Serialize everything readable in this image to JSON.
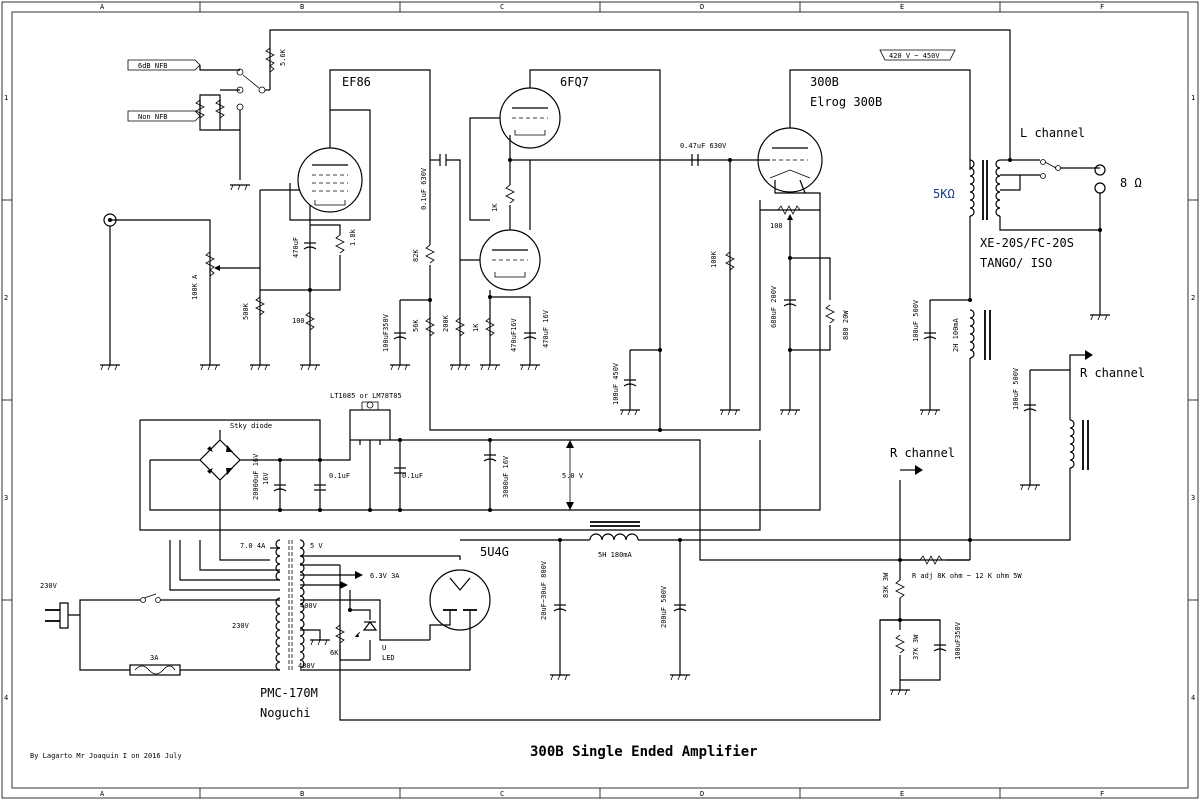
{
  "frame": {
    "columns": [
      "A",
      "B",
      "C",
      "D",
      "E",
      "F"
    ],
    "rows": [
      "1",
      "2",
      "3",
      "4"
    ]
  },
  "title": "300B Single Ended Amplifier",
  "author": "By Lagarto Mr Joaquin I on 2016 July",
  "tubes": {
    "ef86": "EF86",
    "6fq7": "6FQ7",
    "300b": "300B",
    "300b_brand": "Elrog 300B",
    "5u4g": "5U4G"
  },
  "nfb": {
    "six_db": "6dB NFB",
    "non": "Non NFB"
  },
  "labels": {
    "r_5k6": "5.6K",
    "vol": "100K A",
    "r_500k": "500K",
    "c_470uf": "470uF",
    "r_1k8": "1.8k",
    "r_100_ef86": "100",
    "c_01uf_630v": "0.1uF 630V",
    "r_82k": "82K",
    "r_56k": "56K",
    "c_100uf_350v": "100uF350V",
    "r_200k": "200K",
    "r_1k_grid": "1K",
    "r_1k_cath": "1K",
    "r_1k_bot": "1K",
    "c_470uf_16v_a": "470uF16V",
    "c_470uf_16v_b": "470uF 16V",
    "c_047uf_630v": "0.47uF 630V",
    "r_100k": "100K",
    "c_100uf_450v": "100uF 450V",
    "r_100_300b": "100",
    "c_680uf_200v": "680uF 200V",
    "r_880_20w": "880 20W",
    "b_plus": "420 V ~ 450V",
    "opt_imp": "5KΩ",
    "opt_model": "XE-20S/FC-20S",
    "opt_brand": "TANGO/ ISO",
    "l_channel": "L channel",
    "r_channel_out": "R channel",
    "r_channel_mid": "R channel",
    "speaker": "8 Ω",
    "c_100uf_500v_a": "100uF 500V",
    "choke_2h": "2H 100mA",
    "c_100uf_500v_b": "100uF 500V",
    "regulator": "LT1085 or LM78T05",
    "diode": "Stky diode",
    "c_20000uf": "20000uF 16V",
    "c_20000uf_v": "16V",
    "c_01uf_a": "0.1uF",
    "c_01uf_b": "0.1uF",
    "c_3000uf": "3000uF 16V",
    "v_5": "5.0 V",
    "choke_5h": "5H 180mA",
    "c_20uf": "20uF~30uF 800V",
    "c_200uf": "200uF 500V",
    "r_adj": "R adj  8K ohm ~ 12 K ohm 5W",
    "r_83k": "83K 3W",
    "r_37k": "37K 3W",
    "c_100uf_350v_b": "100uF350V",
    "mains": "230V",
    "fuse": "3A",
    "pri": "230V",
    "heater_7a": "7.0 4A",
    "heater_5v": "5 V",
    "heater_63": "6.3V 3A",
    "hv_top": "400V",
    "hv_bot": "400V",
    "r_6k": "6K",
    "led_u": "U",
    "led": "LED",
    "ptx": "PMC-170M",
    "ptx_brand": "Noguchi"
  }
}
